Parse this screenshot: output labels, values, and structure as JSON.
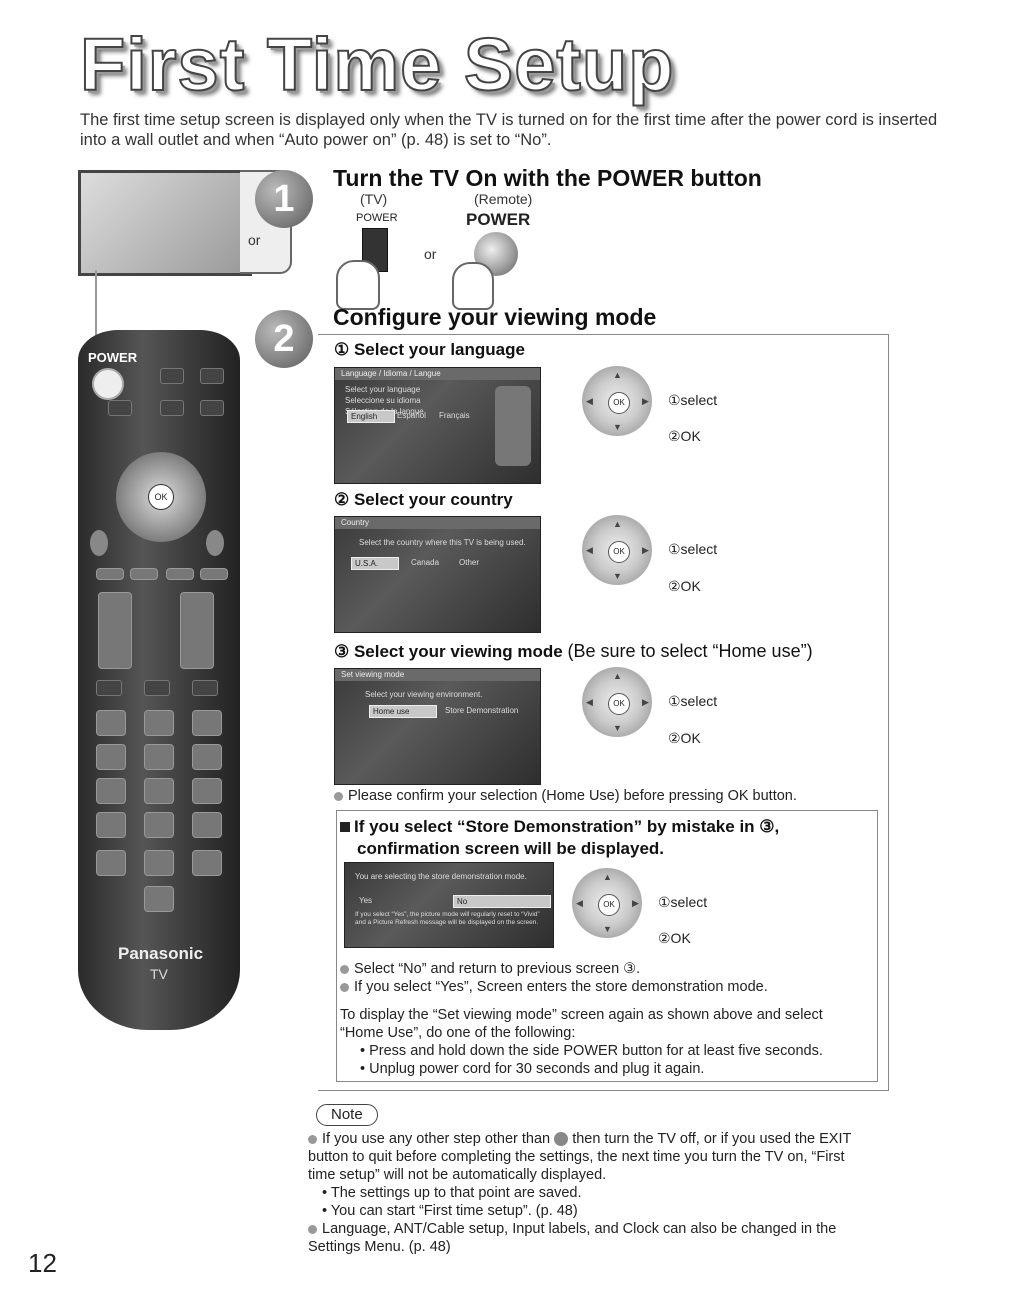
{
  "title": "First Time Setup",
  "intro": "The first time setup screen is displayed only when the TV is turned on for the first time after the power cord is inserted into a wall outlet and when “Auto power on” (p. 48) is set to “No”.",
  "left_illustration": {
    "or_label": "or",
    "remote_power": "POWER",
    "brand": "Panasonic",
    "brand_sub": "TV"
  },
  "step1": {
    "number": "1",
    "heading": "Turn the TV On with the POWER button",
    "tv_label": "(TV)",
    "remote_label": "(Remote)",
    "tv_power": "POWER",
    "remote_power": "POWER",
    "or_label": "or"
  },
  "step2": {
    "number": "2",
    "heading": "Configure your viewing mode",
    "pad_ok": "OK",
    "language": {
      "heading": "① Select your language",
      "screen_title": "Language / Idioma / Langue",
      "screen_prompt": "Select your language\nSeleccione su idioma\nSélection de la langue",
      "options": [
        "English",
        "Español",
        "Français"
      ],
      "select": "①select",
      "ok": "②OK"
    },
    "country": {
      "heading": "② Select your country",
      "screen_title": "Country",
      "screen_prompt": "Select the country where this TV is being used.",
      "options": [
        "U.S.A.",
        "Canada",
        "Other"
      ],
      "select": "①select",
      "ok": "②OK"
    },
    "viewing": {
      "heading": "③ Select your viewing mode",
      "heading_note": "(Be sure to select “Home use”)",
      "screen_title": "Set viewing mode",
      "screen_prompt": "Select your viewing environment.",
      "options": [
        "Home use",
        "Store Demonstration"
      ],
      "select": "①select",
      "ok": "②OK"
    },
    "confirm_note": "Please confirm your selection (Home Use) before pressing OK button.",
    "mistake": {
      "heading_line1": "If you select “Store Demonstration” by mistake in ③,",
      "heading_line2": "confirmation screen will be displayed.",
      "screen_msg": "You are selecting the store demonstration mode.",
      "options": [
        "Yes",
        "No"
      ],
      "screen_detail": "If you select “Yes”, the picture mode will regularly reset to “Vivid” and a Picture Refresh message will be displayed on the screen.",
      "select": "①select",
      "ok": "②OK",
      "bullet1": "Select “No” and return to previous screen ③.",
      "bullet2": "If you select “Yes”, Screen enters the store demonstration mode.",
      "para": "To display the “Set viewing mode” screen again as shown above and select “Home Use”, do one of the following:",
      "dot1": "• Press and hold down the side POWER button for at least five seconds.",
      "dot2": "• Unplug power cord for 30 seconds and plug it again."
    }
  },
  "note": {
    "label": "Note",
    "b1_part1": "If you use any other step other than",
    "b1_part2": "then turn the TV off, or if you used the EXIT button to quit before completing the settings, the next time you turn the TV on, “First time setup” will not be automatically displayed.",
    "s1": "• The settings up to that point are saved.",
    "s2": "• You can start “First time setup”. (p. 48)",
    "b2": "Language, ANT/Cable setup, Input labels, and Clock can also be changed in the Settings Menu. (p. 48)"
  },
  "page_number": "12"
}
